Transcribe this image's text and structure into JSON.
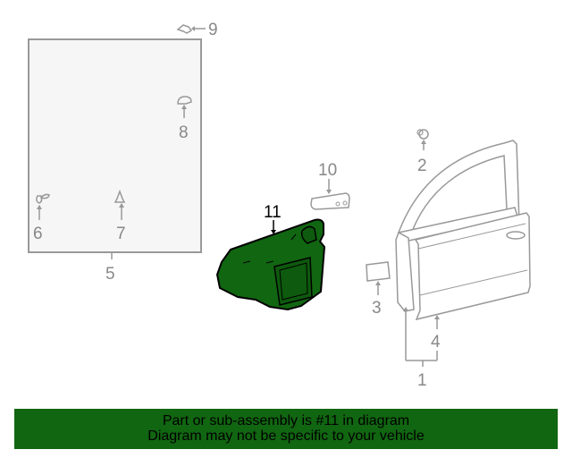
{
  "diagram": {
    "callouts": [
      {
        "id": "1",
        "label": "1"
      },
      {
        "id": "2",
        "label": "2"
      },
      {
        "id": "3",
        "label": "3"
      },
      {
        "id": "4",
        "label": "4"
      },
      {
        "id": "5",
        "label": "5"
      },
      {
        "id": "6",
        "label": "6"
      },
      {
        "id": "7",
        "label": "7"
      },
      {
        "id": "8",
        "label": "8"
      },
      {
        "id": "9",
        "label": "9"
      },
      {
        "id": "10",
        "label": "10"
      },
      {
        "id": "11",
        "label": "11"
      }
    ],
    "highlighted_part": "11",
    "colors": {
      "line": "#999999",
      "panel_fill": "#f6f6f6",
      "highlight_fill": "#116611",
      "highlight_outline": "#000000",
      "banner_bg": "#116611"
    }
  },
  "banner": {
    "line1": "Part or sub-assembly is #11 in diagram",
    "line2": "Diagram may not be specific to your vehicle"
  }
}
